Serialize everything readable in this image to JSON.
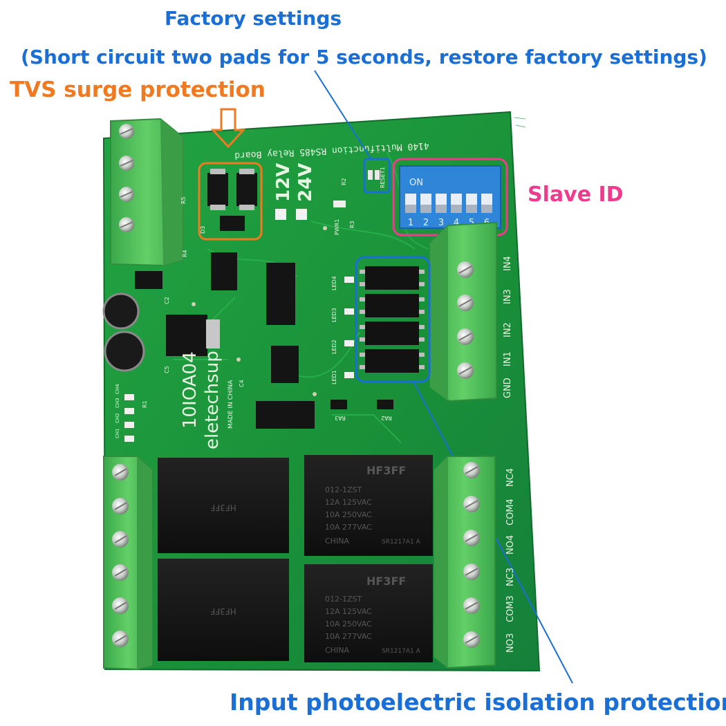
{
  "callouts": {
    "factory_title": "Factory settings",
    "factory_detail": "(Short circuit two pads for 5 seconds, restore factory settings)",
    "tvs": "TVS surge protection",
    "slave_id": "Slave ID",
    "input_isolation": "Input photoelectric isolation protection"
  },
  "board": {
    "name": "4140 Multifunction RS485 Relay Board",
    "model": "10IOA04",
    "brand": "eletechsup",
    "origin": "MADE IN CHINA",
    "voltage_12": "12V",
    "voltage_24": "24V",
    "reset_label": "RESET1",
    "power_led_label": "PWR1",
    "input_terminal_labels": [
      "IN4",
      "IN3",
      "IN2",
      "IN1",
      "GND"
    ],
    "output_terminal_labels": [
      "NC4",
      "COM4",
      "NO4",
      "NC3",
      "COM3",
      "NO3"
    ],
    "channel_labels": [
      "CH4",
      "CH3",
      "CH2",
      "CH1"
    ],
    "led_labels": [
      "LED4",
      "LED3",
      "LED2",
      "LED1"
    ],
    "resistor_arrays": [
      "RA3",
      "RA2"
    ],
    "component_labels": [
      "R5",
      "D3",
      "R2",
      "R3",
      "R4",
      "C2",
      "C5",
      "C4",
      "R1"
    ],
    "dip_switch": {
      "on_label": "ON",
      "positions": [
        "1",
        "2",
        "3",
        "4",
        "5",
        "6"
      ]
    },
    "relays": [
      {
        "brand": "HF3FF",
        "model": "012-1ZST",
        "ratings": [
          "12A 125VAC",
          "10A 250VAC",
          "10A 277VAC"
        ],
        "origin": "CHINA",
        "code": "SR1217A1 A"
      },
      {
        "brand": "HF3FF",
        "model": "012-1ZST",
        "ratings": [
          "12A 125VAC",
          "10A 250VAC",
          "10A 277VAC"
        ],
        "origin": "CHINA",
        "code": "SR1217A1 A"
      }
    ]
  },
  "colors": {
    "callout_blue": "#1a6fd6",
    "callout_orange": "#f07a22",
    "callout_pink": "#ee3b8d",
    "pcb_green": "#1f9a3c",
    "terminal_green": "#52c15a",
    "relay_black": "#161616"
  }
}
